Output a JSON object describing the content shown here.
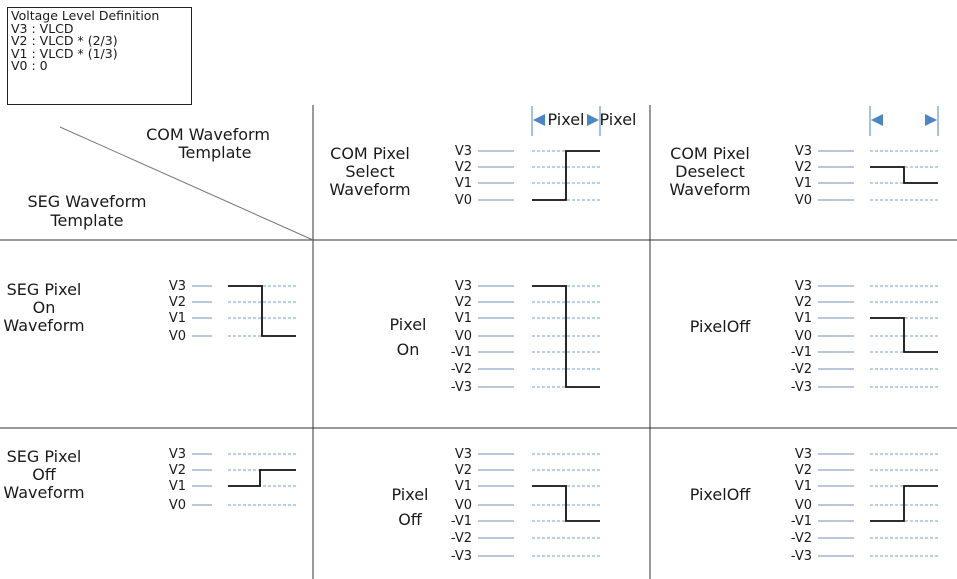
{
  "legend": {
    "title": "Voltage Level Definition",
    "lines": [
      "V3 : VLCD",
      "V2 : VLCD * (2/3)",
      "V1 : VLCD * (1/3)",
      "V0 : 0"
    ]
  },
  "header": {
    "com_template": [
      "COM  Waveform",
      "Template"
    ],
    "seg_template": [
      "SEG  Waveform",
      "Template"
    ],
    "pixel_label_1": "Pixel",
    "pixel_label_2": "Pixel"
  },
  "colors": {
    "grid": "#333333",
    "level_line": "#6f8fb8",
    "dash_line": "#6fa3d8",
    "wave": "#111111",
    "arrow": "#4a86c5"
  },
  "panels": [
    {
      "id": "com-select",
      "label": [
        "COM Pixel",
        "Select",
        "Waveform"
      ],
      "levels": [
        "V3",
        "V2",
        "V1",
        "V0"
      ],
      "waveform": [
        "V0",
        "V3"
      ]
    },
    {
      "id": "com-deselect",
      "label": [
        "COM Pixel",
        "Deselect",
        "Waveform"
      ],
      "levels": [
        "V3",
        "V2",
        "V1",
        "V0"
      ],
      "waveform": [
        "V2",
        "V1"
      ]
    },
    {
      "id": "seg-on",
      "label": [
        "SEG Pixel",
        "On",
        "Waveform"
      ],
      "levels": [
        "V3",
        "V2",
        "V1",
        "V0"
      ],
      "waveform": [
        "V3",
        "V0"
      ]
    },
    {
      "id": "seg-off",
      "label": [
        "SEG Pixel",
        "Off",
        "Waveform"
      ],
      "levels": [
        "V3",
        "V2",
        "V1",
        "V0"
      ],
      "waveform": [
        "V1",
        "V2"
      ]
    },
    {
      "id": "on-select",
      "label": [
        "Pixel",
        "On"
      ],
      "levels": [
        "V3",
        "V2",
        "V1",
        "V0",
        "-V1",
        "-V2",
        "-V3"
      ],
      "waveform": [
        "V3",
        "-V3"
      ]
    },
    {
      "id": "on-deselect",
      "label": [
        "PixelOff"
      ],
      "levels": [
        "V3",
        "V2",
        "V1",
        "V0",
        "-V1",
        "-V2",
        "-V3"
      ],
      "waveform": [
        "V1",
        "-V1"
      ]
    },
    {
      "id": "off-select",
      "label": [
        "Pixel",
        "Off"
      ],
      "levels": [
        "V3",
        "V2",
        "V1",
        "V0",
        "-V1",
        "-V2",
        "-V3"
      ],
      "waveform": [
        "V1",
        "-V1"
      ]
    },
    {
      "id": "off-deselect",
      "label": [
        "PixelOff"
      ],
      "levels": [
        "V3",
        "V2",
        "V1",
        "V0",
        "-V1",
        "-V2",
        "-V3"
      ],
      "waveform": [
        "-V1",
        "V1"
      ]
    }
  ]
}
